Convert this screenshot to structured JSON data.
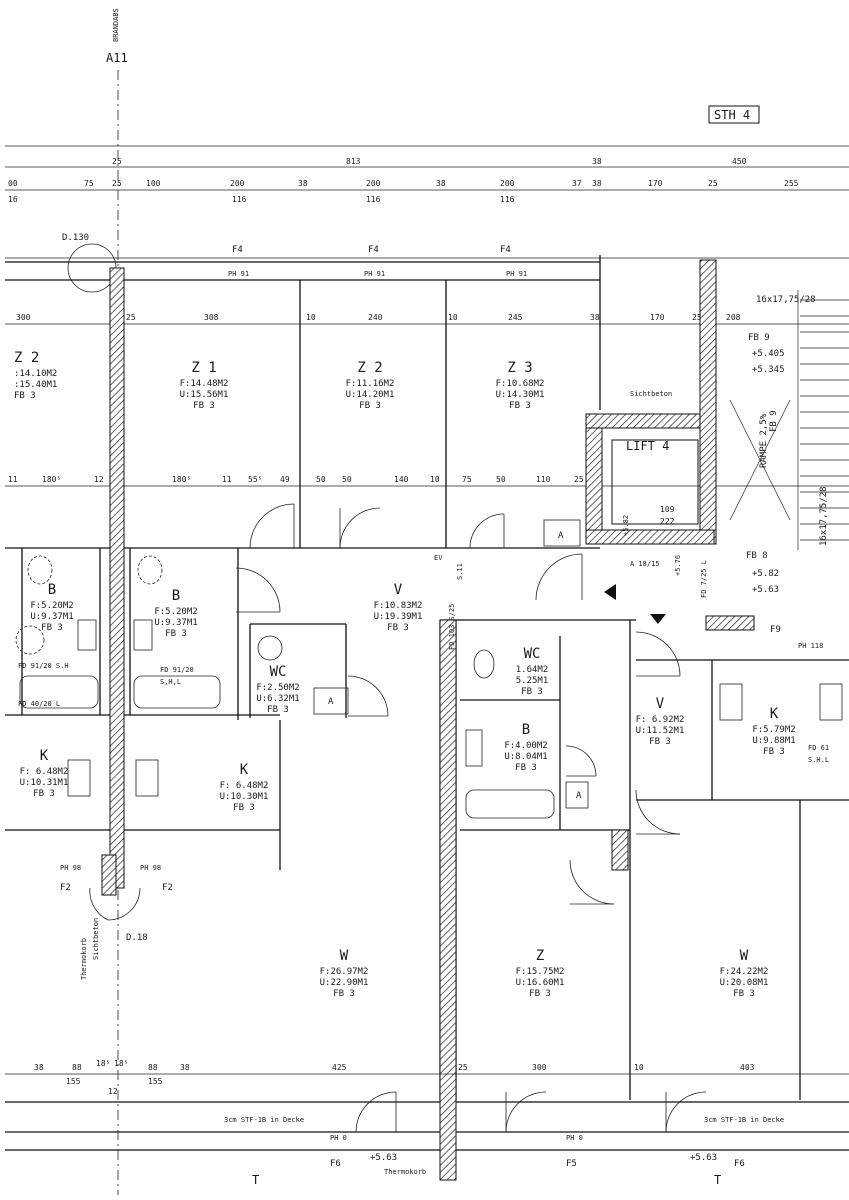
{
  "header": {
    "axis_label": "A11",
    "axis_tag": "BRANDABS",
    "sheet_code": "STH 4",
    "detail_ref": "D.130",
    "detail_ref2": "D.18"
  },
  "rooms": [
    {
      "id": "z2-left",
      "name": "Z 2",
      "lines": [
        ":14.10M2",
        ":15.40M1",
        "FB 3"
      ]
    },
    {
      "id": "z1",
      "name": "Z 1",
      "lines": [
        "F:14.48M2",
        "U:15.56M1",
        "FB 3"
      ]
    },
    {
      "id": "z2",
      "name": "Z 2",
      "lines": [
        "F:11.16M2",
        "U:14.20M1",
        "FB 3"
      ]
    },
    {
      "id": "z3",
      "name": "Z 3",
      "lines": [
        "F:10.68M2",
        "U:14.30M1",
        "FB 3"
      ]
    },
    {
      "id": "b-left",
      "name": "B",
      "lines": [
        "F:5.20M2",
        "U:9.37M1",
        "FB 3"
      ]
    },
    {
      "id": "b-mid",
      "name": "B",
      "lines": [
        "F:5.20M2",
        "U:9.37M1",
        "FB 3"
      ]
    },
    {
      "id": "wc-left",
      "name": "WC",
      "lines": [
        "F:2.50M2",
        "U:6.32M1",
        "FB 3"
      ]
    },
    {
      "id": "v-top",
      "name": "V",
      "lines": [
        "F:10.83M2",
        "U:19.39M1",
        "FB 3"
      ]
    },
    {
      "id": "k-left",
      "name": "K",
      "lines": [
        "F: 6.48M2",
        "U:10.31M1",
        "FB 3"
      ]
    },
    {
      "id": "k-mid",
      "name": "K",
      "lines": [
        "F: 6.48M2",
        "U:10.30M1",
        "FB 3"
      ]
    },
    {
      "id": "wc-right",
      "name": "WC",
      "lines": [
        "1.64M2",
        "5.25M1",
        "FB 3"
      ]
    },
    {
      "id": "b-right",
      "name": "B",
      "lines": [
        "F:4.00M2",
        "U:8.04M1",
        "FB 3"
      ]
    },
    {
      "id": "v-right",
      "name": "V",
      "lines": [
        "F: 6.92M2",
        "U:11.52M1",
        "FB 3"
      ]
    },
    {
      "id": "k-right",
      "name": "K",
      "lines": [
        "F:5.79M2",
        "U:9.88M1",
        "FB 3"
      ]
    },
    {
      "id": "w-left",
      "name": "W",
      "lines": [
        "F:26.97M2",
        "U:22.90M1",
        "FB 3"
      ]
    },
    {
      "id": "z-bottom",
      "name": "Z",
      "lines": [
        "F:15.75M2",
        "U:16.60M1",
        "FB 3"
      ]
    },
    {
      "id": "w-right",
      "name": "W",
      "lines": [
        "F:24.22M2",
        "U:20.08M1",
        "FB 3"
      ]
    }
  ],
  "lift": {
    "name": "LIFT 4",
    "rampe": "RAMPE 2,5%",
    "rampe_fb": "FB 9",
    "sichtbeton": "Sichtbeton"
  },
  "stair": {
    "spec": "16x17,75/28",
    "fb": "FB 9",
    "level1": "+5.405",
    "level2": "+5.345",
    "spec_v": "16x17,75/28",
    "fb8": "FB 8",
    "l3": "+5.82",
    "l4": "+5.63",
    "f9": "F9"
  },
  "top_dims": {
    "row1": [
      "25",
      "813",
      "38",
      "450"
    ],
    "row2": [
      "00",
      "75",
      "25",
      "100",
      "200",
      "38",
      "200",
      "38",
      "200",
      "37",
      "38",
      "170",
      "25",
      "255"
    ],
    "row3": [
      "16",
      "116",
      "116",
      "116"
    ],
    "windows": [
      "F4",
      "F4",
      "F4"
    ],
    "row4": [
      "300",
      "25",
      "308",
      "10",
      "240",
      "10",
      "245",
      "38",
      "170",
      "25",
      "208"
    ],
    "row5": [
      "11",
      "180⁵",
      "12",
      "180⁵",
      "11",
      "55⁵",
      "49",
      "50",
      "50",
      "140",
      "10",
      "75",
      "50",
      "110",
      "25"
    ]
  },
  "labels": {
    "ph91": "PH 91",
    "fd1": "FD 91/20 S.H",
    "fd2": "FD 40/20 L",
    "fd3": "FD 91/20",
    "shl": "S,H,L",
    "fd4": "FD 103 S/25",
    "fd5": "FD 7/25 L",
    "a": "A",
    "a1815": "A 18/15",
    "ev": "EV",
    "s11": "S.11",
    "ph98": "PH 98",
    "f2": "F2",
    "thermo": "Thermokorb",
    "thermo_sub": "Sichtbeton",
    "ph118": "PH 118",
    "ph0": "PH 0",
    "stf": "3cm STF-1B in Decke",
    "stf2": "3cm STF-1B in Decke",
    "f6": "F6",
    "f5": "F5",
    "f6b": "F6",
    "t": "T",
    "t2": "T",
    "lvl_a": "+5.63",
    "lvl_b": "+5.63",
    "thermo2": "Thermokorb",
    "fd6": "FD 61",
    "shl2": "S.H.L",
    "lift_dim1": "109",
    "lift_dim2": "222",
    "lift_lvl": "+5.82",
    "lift_lvl2": "+5.76"
  },
  "bottom_dims": {
    "row1": [
      "38",
      "88",
      "18⁵",
      "18⁵",
      "88",
      "38",
      "425",
      "25",
      "300",
      "10",
      "403"
    ],
    "row2": [
      "155",
      "12",
      "155"
    ]
  }
}
